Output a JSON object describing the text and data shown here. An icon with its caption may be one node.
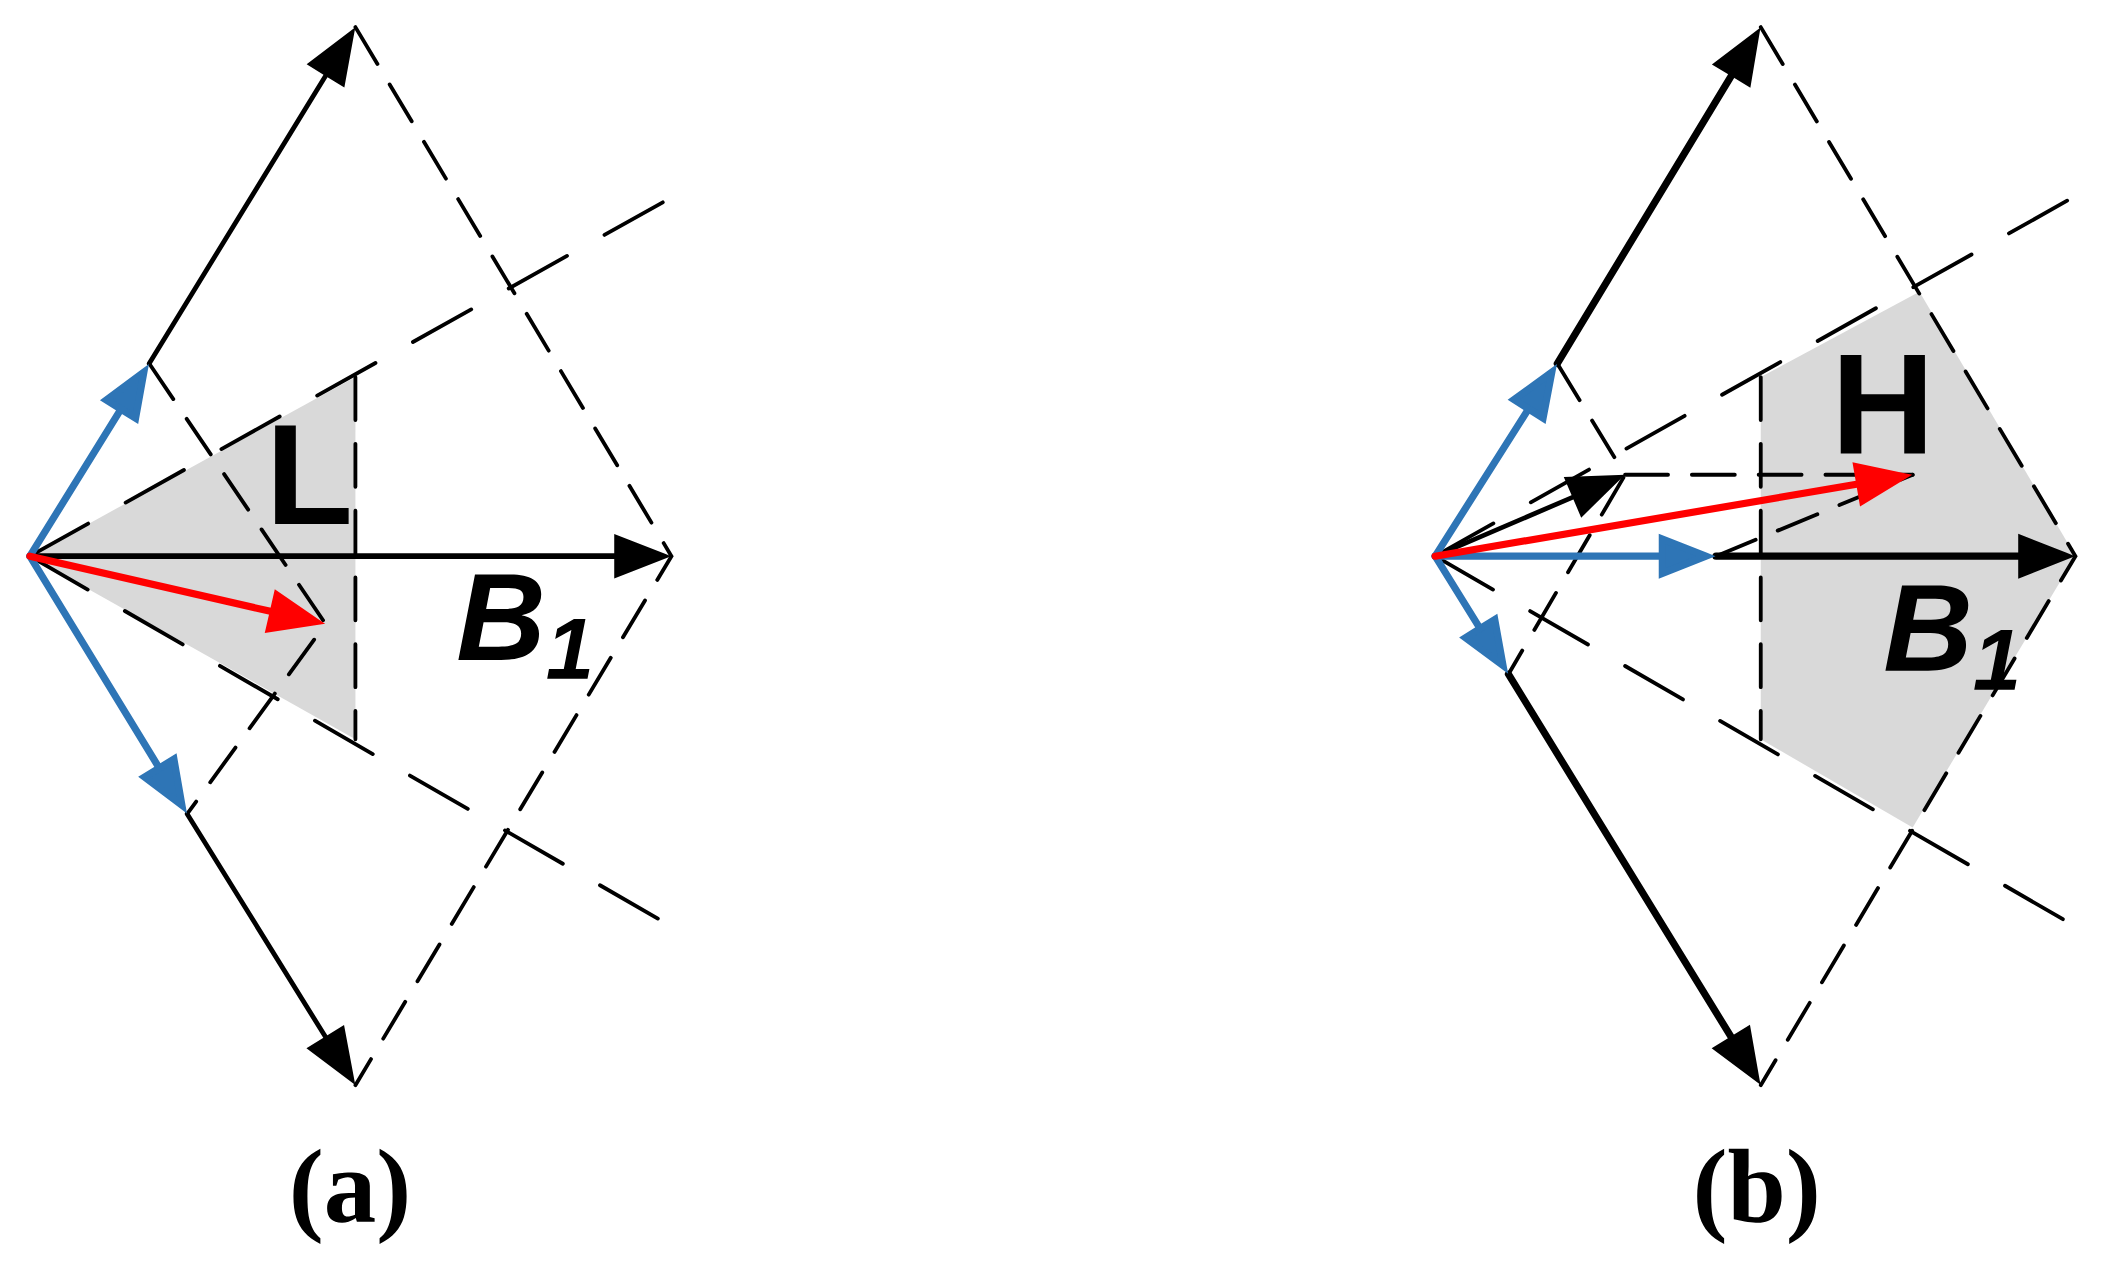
{
  "diagram": {
    "labels": [
      "L",
      "B$_{1}$",
      "(a)",
      "H",
      "B$_{1}$",
      "(b)"
    ]
  }
}
